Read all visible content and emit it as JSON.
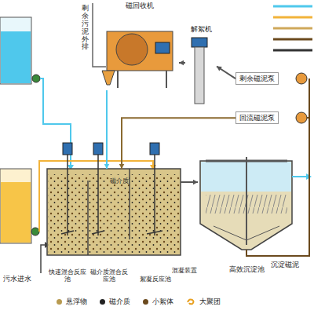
{
  "diagram": {
    "nodes": [
      {
        "text": [
          "磁回收机"
        ]
      },
      {
        "text": [
          "解絮机"
        ]
      },
      {
        "text": [
          "剩余磁泥泵"
        ]
      },
      {
        "text": [
          "回流磁泥泵"
        ]
      },
      {
        "text": [
          "快速混合反应池"
        ]
      },
      {
        "text": [
          "磁介质混合反应池"
        ]
      },
      {
        "text": [
          "絮凝反应池"
        ]
      },
      {
        "text": [
          "高效沉淀池"
        ]
      }
    ],
    "edges": [
      {
        "from": 2,
        "to": 1,
        "arrow": "to"
      },
      {
        "from": 1,
        "to": 0,
        "arrow": "to"
      },
      {
        "from": 3,
        "to": 5,
        "arrow": "to"
      },
      {
        "from": 0,
        "to": 5,
        "arrow": "to"
      },
      {
        "from": 6,
        "to": 7,
        "arrow": "to"
      }
    ],
    "labels": [
      "剩余污泥外排",
      "磁介质",
      "污水进水",
      "混凝装置",
      "沉淀磁泥"
    ],
    "legend": [
      {
        "text": "悬浮物",
        "color": "#b89a50"
      },
      {
        "text": "磁介质",
        "color": "#222222"
      },
      {
        "text": "小絮体",
        "color": "#6b4a1e"
      },
      {
        "text": "大聚团"
      }
    ]
  }
}
